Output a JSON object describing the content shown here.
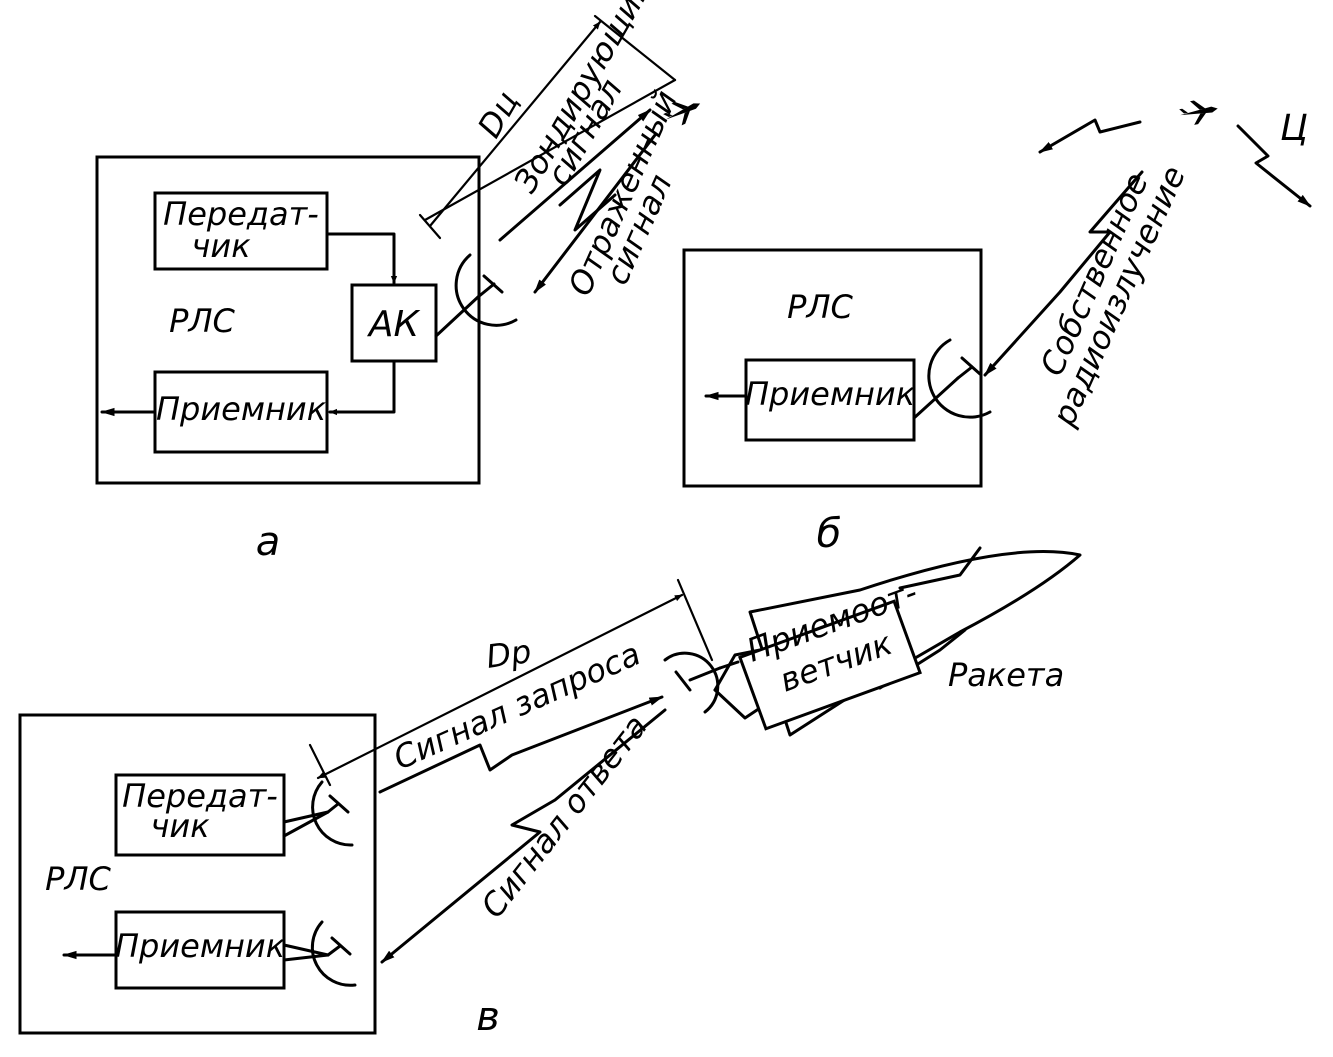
{
  "panel_a": {
    "caption": "а",
    "transmitter_line1": "Передат-",
    "transmitter_line2": "чик",
    "receiver": "Приемник",
    "radar": "РЛС",
    "antenna_switch": "АК",
    "distance": "Dц",
    "probe_line1": "Зондирующий",
    "probe_line2": "сигнал",
    "reflected_line1": "Отраженный",
    "reflected_line2": "сигнал"
  },
  "panel_b": {
    "caption": "б",
    "radar": "РЛС",
    "receiver": "Приемник",
    "target": "Ц",
    "own_line1": "Собственное",
    "own_line2": "радиоизлучение"
  },
  "panel_c": {
    "caption": "в",
    "radar": "РЛС",
    "transmitter_line1": "Передат-",
    "transmitter_line2": "чик",
    "receiver": "Приемник",
    "distance": "Dр",
    "request": "Сигнал запроса",
    "response": "Сигнал ответа",
    "transponder_line1": "Приемоот-",
    "transponder_line2": "ветчик",
    "missile": "Ракета"
  }
}
